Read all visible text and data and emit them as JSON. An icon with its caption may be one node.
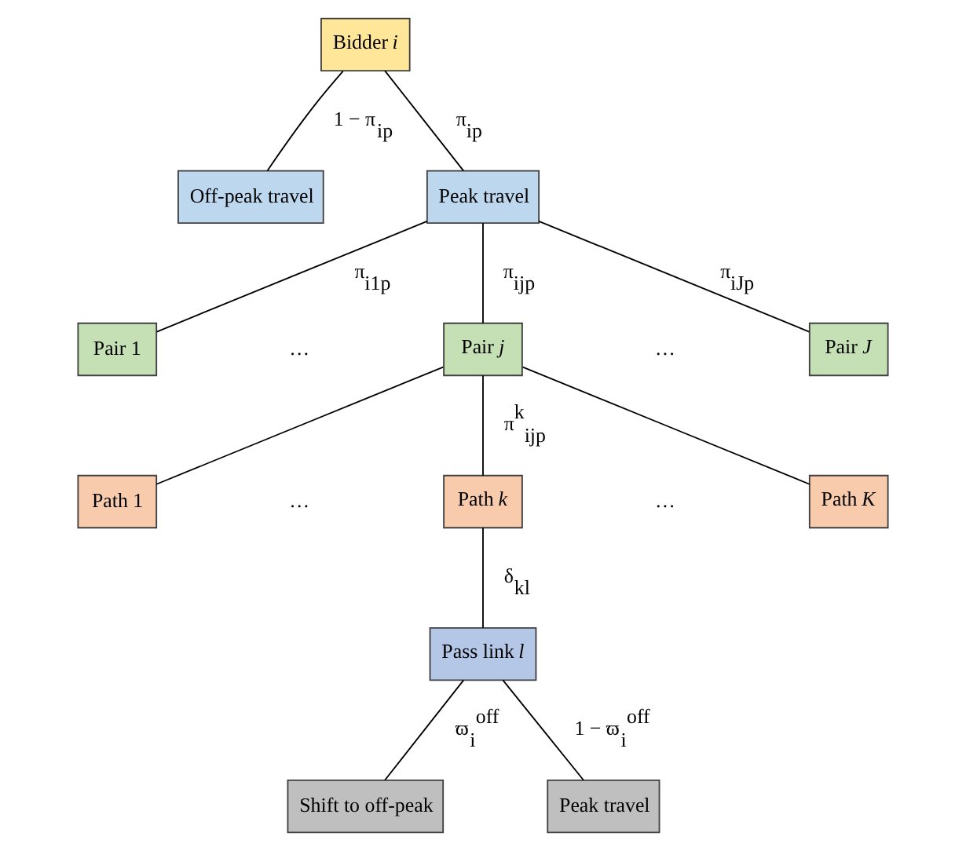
{
  "diagram": {
    "nodes": [
      {
        "text": [
          "Bidder *i*"
        ]
      },
      {
        "text": [
          "Off-peak travel"
        ]
      },
      {
        "text": [
          "Peak travel"
        ]
      },
      {
        "text": [
          "Pair 1"
        ]
      },
      {
        "text": [
          "Pair *j*"
        ]
      },
      {
        "text": [
          "Pair *J*"
        ]
      },
      {
        "text": [
          "Path 1"
        ]
      },
      {
        "text": [
          "Path *k*"
        ]
      },
      {
        "text": [
          "Path *K*"
        ]
      },
      {
        "text": [
          "Pass link *l*"
        ]
      },
      {
        "text": [
          "Shift to off-peak"
        ]
      },
      {
        "text": [
          "Peak travel"
        ]
      }
    ],
    "edges": [
      {
        "from": 0,
        "to": 1,
        "arrow": "none",
        "label": "1 − π$_{ip}$"
      },
      {
        "from": 0,
        "to": 2,
        "arrow": "none",
        "label": "π$_{ip}$"
      },
      {
        "from": 2,
        "to": 3,
        "arrow": "none",
        "label": "π$_{i1p}$"
      },
      {
        "from": 2,
        "to": 4,
        "arrow": "none",
        "label": "π$_{ijp}$"
      },
      {
        "from": 2,
        "to": 5,
        "arrow": "none",
        "label": "π$_{iJp}$"
      },
      {
        "from": 4,
        "to": 6,
        "arrow": "none"
      },
      {
        "from": 4,
        "to": 7,
        "arrow": "none",
        "label": "π$^{k}$$_{ijp}$"
      },
      {
        "from": 4,
        "to": 8,
        "arrow": "none"
      },
      {
        "from": 7,
        "to": 9,
        "arrow": "none",
        "label": "δ$_{kl}$"
      },
      {
        "from": 9,
        "to": 10,
        "arrow": "none",
        "label": "ϖ$_{i}$$^{off}$"
      },
      {
        "from": 9,
        "to": 11,
        "arrow": "none",
        "label": "1 − ϖ$_{i}$$^{off}$"
      }
    ],
    "labels": [
      "…",
      "…",
      "…",
      "…"
    ]
  }
}
